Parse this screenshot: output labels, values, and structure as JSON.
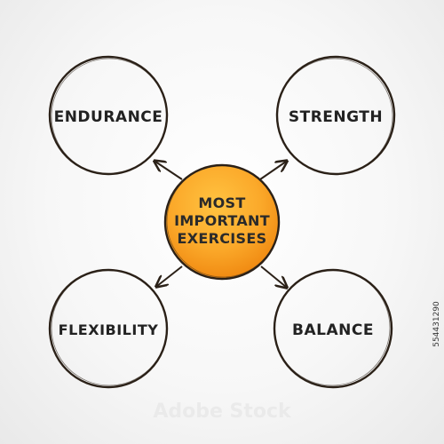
{
  "diagram": {
    "center": {
      "line1": "MOST",
      "line2": "IMPORTANT",
      "line3": "EXERCISES"
    },
    "nodes": {
      "top_left": "ENDURANCE",
      "top_right": "STRENGTH",
      "bottom_left": "FLEXIBILITY",
      "bottom_right": "BALANCE"
    }
  },
  "stock_id": "554431290",
  "watermark": "Adobe Stock",
  "colors": {
    "center_fill": "#f7931e",
    "center_highlight": "#ffc341",
    "outline": "#2b2118",
    "text": "#222222"
  }
}
